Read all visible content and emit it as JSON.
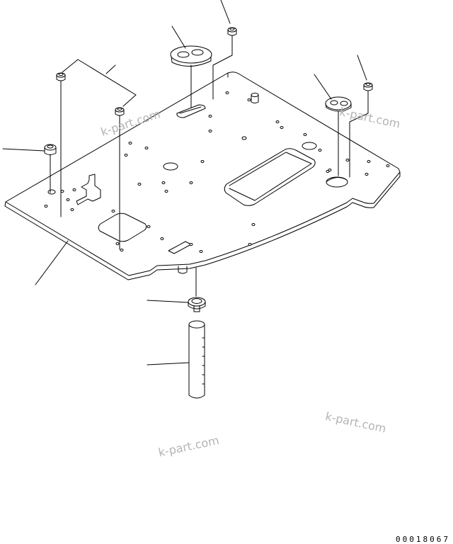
{
  "watermarks": [
    "k-part.com",
    "k-part.com",
    "k-part.com",
    "k-part.com"
  ],
  "drawing_number": "00018067",
  "colors": {
    "line": "#000000",
    "watermark": "#b4b4b4",
    "background": "#ffffff"
  }
}
